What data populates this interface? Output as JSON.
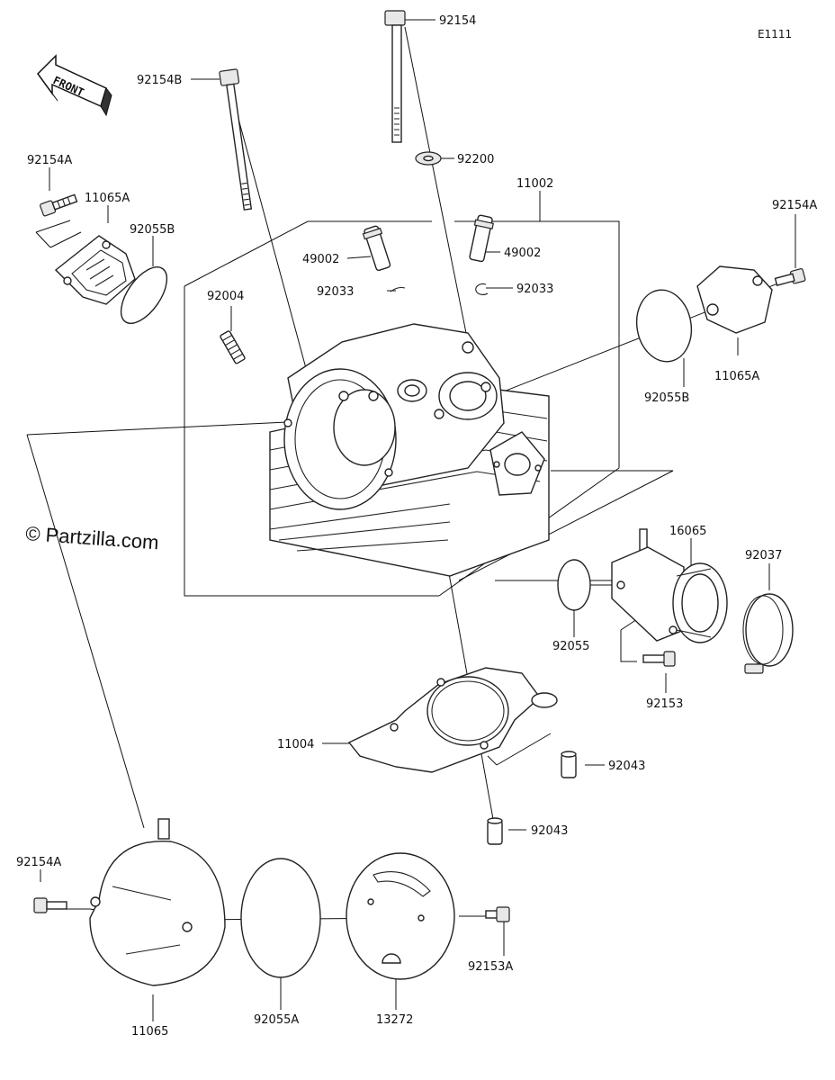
{
  "diagram": {
    "ref_code": "E1111",
    "front_label": "FRONT",
    "watermark": "© Partzilla.com",
    "parts": [
      {
        "key": "p92154",
        "label": "92154"
      },
      {
        "key": "p92154B",
        "label": "92154B"
      },
      {
        "key": "p92200",
        "label": "92200"
      },
      {
        "key": "p11002",
        "label": "11002"
      },
      {
        "key": "p92154A_l",
        "label": "92154A"
      },
      {
        "key": "p11065A_l",
        "label": "11065A"
      },
      {
        "key": "p92055B_l",
        "label": "92055B"
      },
      {
        "key": "p49002_l",
        "label": "49002"
      },
      {
        "key": "p49002_r",
        "label": "49002"
      },
      {
        "key": "p92033_l",
        "label": "92033"
      },
      {
        "key": "p92033_r",
        "label": "92033"
      },
      {
        "key": "p92004",
        "label": "92004"
      },
      {
        "key": "p92154A_r",
        "label": "92154A"
      },
      {
        "key": "p92055B_r",
        "label": "92055B"
      },
      {
        "key": "p11065A_r",
        "label": "11065A"
      },
      {
        "key": "p16065",
        "label": "16065"
      },
      {
        "key": "p92037",
        "label": "92037"
      },
      {
        "key": "p92055",
        "label": "92055"
      },
      {
        "key": "p92153",
        "label": "92153"
      },
      {
        "key": "p11004",
        "label": "11004"
      },
      {
        "key": "p92043_a",
        "label": "92043"
      },
      {
        "key": "p92043_b",
        "label": "92043"
      },
      {
        "key": "p92154A_b",
        "label": "92154A"
      },
      {
        "key": "p92153A",
        "label": "92153A"
      },
      {
        "key": "p11065",
        "label": "11065"
      },
      {
        "key": "p92055A",
        "label": "92055A"
      },
      {
        "key": "p13272",
        "label": "13272"
      }
    ]
  }
}
